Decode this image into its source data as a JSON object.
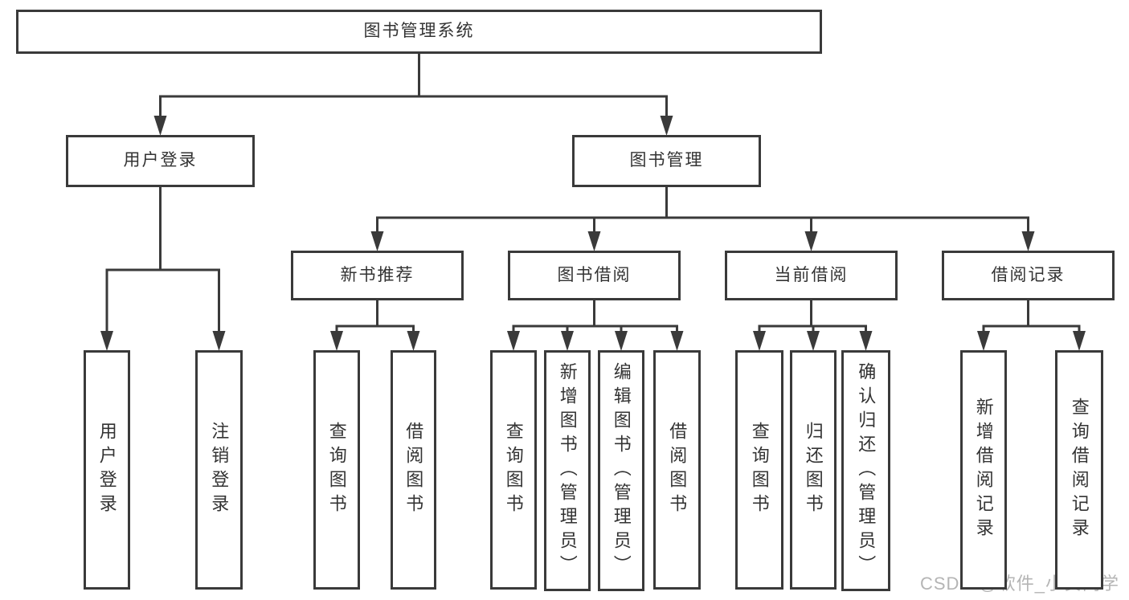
{
  "tree": {
    "id": "root",
    "label": "图书管理系统",
    "children": [
      {
        "id": "user-login",
        "label": "用户登录",
        "children": [
          {
            "id": "leaf-user-login",
            "label": "用户登录"
          },
          {
            "id": "leaf-logout",
            "label": "注销登录"
          }
        ]
      },
      {
        "id": "book-mgmt",
        "label": "图书管理",
        "children": [
          {
            "id": "new-book-rec",
            "label": "新书推荐",
            "children": [
              {
                "id": "nbr-query",
                "label": "查询图书"
              },
              {
                "id": "nbr-borrow",
                "label": "借阅图书"
              }
            ]
          },
          {
            "id": "book-borrow",
            "label": "图书借阅",
            "children": [
              {
                "id": "bb-query",
                "label": "查询图书"
              },
              {
                "id": "bb-add",
                "label": "新增图书（管理员）"
              },
              {
                "id": "bb-edit",
                "label": "编辑图书（管理员）"
              },
              {
                "id": "bb-borrow",
                "label": "借阅图书"
              }
            ]
          },
          {
            "id": "current-borrow",
            "label": "当前借阅",
            "children": [
              {
                "id": "cb-query",
                "label": "查询图书"
              },
              {
                "id": "cb-return",
                "label": "归还图书"
              },
              {
                "id": "cb-confirm",
                "label": "确认归还（管理员）"
              }
            ]
          },
          {
            "id": "borrow-record",
            "label": "借阅记录",
            "children": [
              {
                "id": "br-add",
                "label": "新增借阅记录"
              },
              {
                "id": "br-query",
                "label": "查询借阅记录"
              }
            ]
          }
        ]
      }
    ]
  },
  "watermark": {
    "text": "CSDN @软件_小贺同学"
  },
  "colors": {
    "line": "#3a3a3a",
    "box_border": "#3a3a3a",
    "text": "#333333",
    "watermark": "#b5b5b5",
    "background": "#ffffff"
  }
}
